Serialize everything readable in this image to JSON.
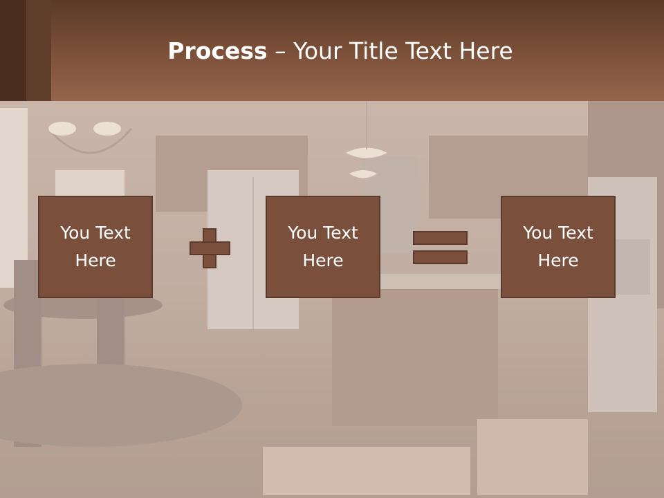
{
  "slide": {
    "title_bold": "Process",
    "title_rest": " – Your Title Text Here",
    "boxes": [
      {
        "text": "You Text Here"
      },
      {
        "text": "You Text Here"
      },
      {
        "text": "You Text Here"
      }
    ],
    "operators": [
      "plus",
      "equals"
    ]
  },
  "colors": {
    "header": "#7a4f38",
    "box_fill": "#7a4f3c",
    "box_border": "#5b3a2b",
    "text": "#ffffff"
  }
}
